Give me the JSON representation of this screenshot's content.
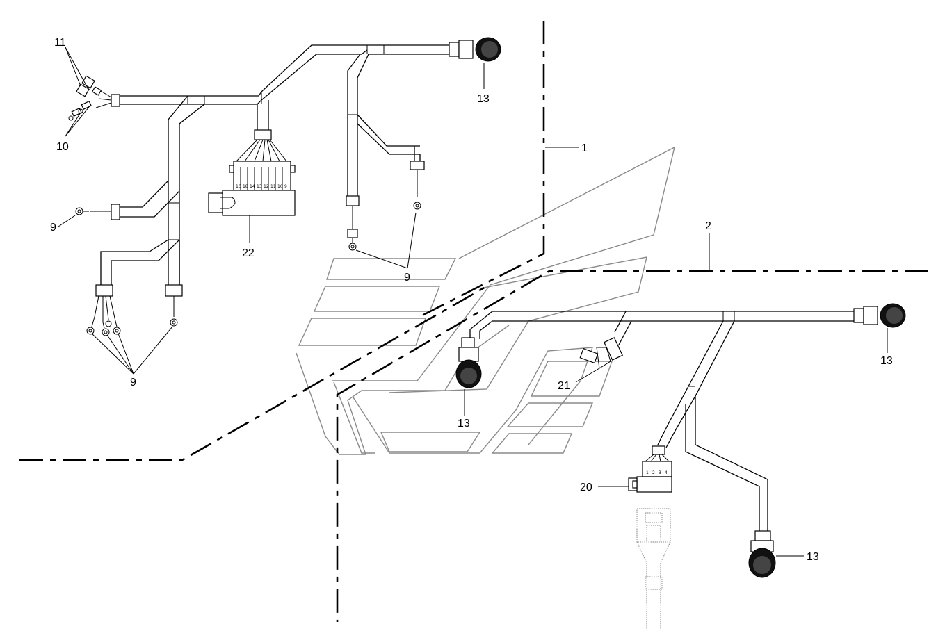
{
  "diagram": {
    "callouts": {
      "c11": "11",
      "c10": "10",
      "c13a": "13",
      "c1": "1",
      "c2": "2",
      "c9a": "9",
      "c22": "22",
      "c9b": "9",
      "c9c": "9",
      "c13b": "13",
      "c21": "21",
      "c13c": "13",
      "c20": "20",
      "c13d": "13"
    },
    "relay_block_pins": [
      "16",
      "18",
      "14",
      "13",
      "12",
      "11",
      "10",
      "9"
    ],
    "connector_20_pins": [
      "1",
      "2",
      "3",
      "4"
    ]
  }
}
